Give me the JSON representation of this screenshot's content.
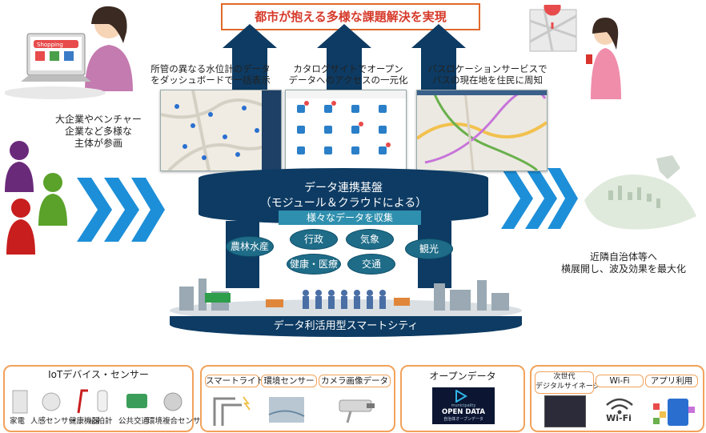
{
  "banner": "都市が抱える多様な課題解決を実現",
  "captions": {
    "left": [
      "大企業やベンチャー",
      "企業など多様な",
      "主体が参画"
    ],
    "right": [
      "近隣自治体等へ",
      "横展開し、波及効果を最大化"
    ],
    "screen1": [
      "所管の異なる水位計のデータ",
      "をダッシュボードで一括表示"
    ],
    "screen2": [
      "カタログサイトでオープン",
      "データへのアクセスの一元化"
    ],
    "screen3": [
      "バスロケーションサービスで",
      "バスの現在地を住民に周知"
    ]
  },
  "platform": {
    "title_line1": "データ連携基盤",
    "title_line2": "（モジュール＆クラウドによる）",
    "collect": "様々なデータを収集",
    "categories": [
      "農林水産",
      "行政",
      "気象",
      "観光",
      "健康・医療",
      "交通"
    ],
    "base": "データ利活用型スマートシティ"
  },
  "screen_labels": {
    "shopping": "Shopping"
  },
  "panels": {
    "iot": {
      "title": "IoTデバイス・センサー",
      "items": [
        "家電",
        "人感センサー",
        "健康機器",
        "心拍計",
        "公共交通",
        "環境複合センサー"
      ]
    },
    "sensors": {
      "tags": [
        "スマートライト",
        "環境センサー",
        "カメラ画像データ"
      ]
    },
    "opendata": {
      "title": "オープンデータ",
      "logo_small": "municipality",
      "logo_big": "OPEN DATA",
      "logo_sub": "自治体オープンデータ"
    },
    "services": {
      "tags": [
        "次世代",
        "デジタルサイネージ",
        "Wi-Fi",
        "アプリ利用"
      ],
      "wifi": "Wi-Fi"
    }
  },
  "colors": {
    "accent": "#e06a2a",
    "navy": "#0d3b63",
    "teal": "#1e6c88",
    "chevron": "#1d8fd8",
    "panel_border": "#f2a25b"
  }
}
